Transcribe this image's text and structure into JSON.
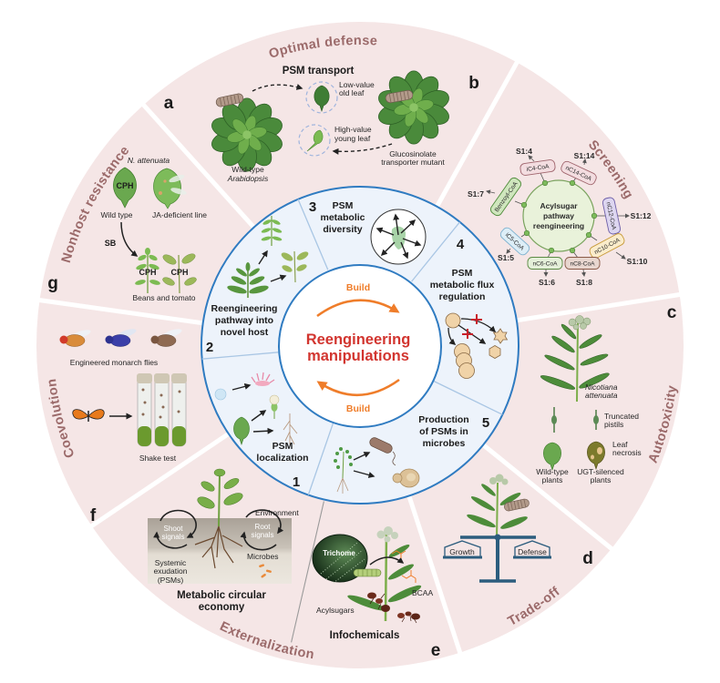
{
  "colors": {
    "outer_bg": "#f5e6e6",
    "ring_bg": "#edf3fb",
    "ring_stroke": "#2f7bc1",
    "ring_divider": "#a9c6e4",
    "category_text": "#9b6a6a",
    "center_title": "#d2352f",
    "build": "#ef7d2a",
    "divider": "#ffffff"
  },
  "center": {
    "title": [
      "Reengineering",
      "manipulations"
    ],
    "build_top": "Build",
    "build_bottom": "Build"
  },
  "inner_ring": [
    {
      "number": "1",
      "lines": [
        "PSM",
        "localization"
      ]
    },
    {
      "number": "2",
      "lines": [
        "Reengineering",
        "pathway into",
        "novel host"
      ]
    },
    {
      "number": "3",
      "lines": [
        "PSM",
        "metabolic",
        "diversity"
      ]
    },
    {
      "number": "4",
      "lines": [
        "PSM",
        "metabolic flux",
        "regulation"
      ]
    },
    {
      "number": "5",
      "lines": [
        "Production",
        "of PSMs in",
        "microbes"
      ]
    }
  ],
  "panels": {
    "a": {
      "letter": "a",
      "category": "Optimal defense",
      "title": "PSM transport",
      "low_value": [
        "Low-value",
        "old leaf"
      ],
      "high_value": [
        "High-value",
        "young leaf"
      ],
      "mutant": [
        "Glucosinolate",
        "transporter mutant"
      ],
      "wild_type": [
        "Wild-type",
        "Arabidopsis"
      ]
    },
    "b": {
      "letter": "b",
      "category": "Screening",
      "center": [
        "Acylsugar",
        "pathway",
        "reengineering"
      ],
      "substrates": [
        {
          "name": "iC4-CoA",
          "product": "S1:4"
        },
        {
          "name": "nC14-CoA",
          "product": "S1:14"
        },
        {
          "name": "nC12-CoA",
          "product": "S1:12"
        },
        {
          "name": "nC10-CoA",
          "product": "S1:10"
        },
        {
          "name": "nC8-CoA",
          "product": "S1:8"
        },
        {
          "name": "nC6-CoA",
          "product": "S1:6"
        },
        {
          "name": "iC5-CoA",
          "product": "S1:5"
        },
        {
          "name": "Benzoyl-CoA",
          "product": "S1:7"
        }
      ]
    },
    "c": {
      "letter": "c",
      "category": "Autotoxicity",
      "species": [
        "Nicotiana",
        "attenuata"
      ],
      "truncated": [
        "Truncated",
        "pistils"
      ],
      "necrosis": [
        "Leaf",
        "necrosis"
      ],
      "wild_type": [
        "Wild-type",
        "plants"
      ],
      "silenced": [
        "UGT-silenced",
        "plants"
      ]
    },
    "d": {
      "letter": "d",
      "category": "Trade-off",
      "growth": "Growth",
      "defense": "Defense"
    },
    "e": {
      "letter": "e",
      "category": "Externalization",
      "infochemicals": {
        "title": "Infochemicals",
        "trichome": "Trichome",
        "bcaa": "BCAA",
        "acylsugars": "Acylsugars"
      },
      "circular_economy": {
        "title": [
          "Metabolic circular",
          "economy"
        ],
        "environment": "Environment",
        "shoot": [
          "Shoot",
          "signals"
        ],
        "root": [
          "Root",
          "signals"
        ],
        "microbes": "Microbes",
        "exudation": [
          "Systemic",
          "exudation",
          "(PSMs)"
        ]
      }
    },
    "f": {
      "letter": "f",
      "category": "Coevolution",
      "flies": "Engineered monarch flies",
      "shake": "Shake test"
    },
    "g": {
      "letter": "g",
      "category": "Nonhost resistance",
      "species": "N. attenuata",
      "cph": "CPH",
      "wild_type": "Wild type",
      "ja": "JA-deficient line",
      "sb": "SB",
      "hosts": "Beans and tomato"
    }
  }
}
